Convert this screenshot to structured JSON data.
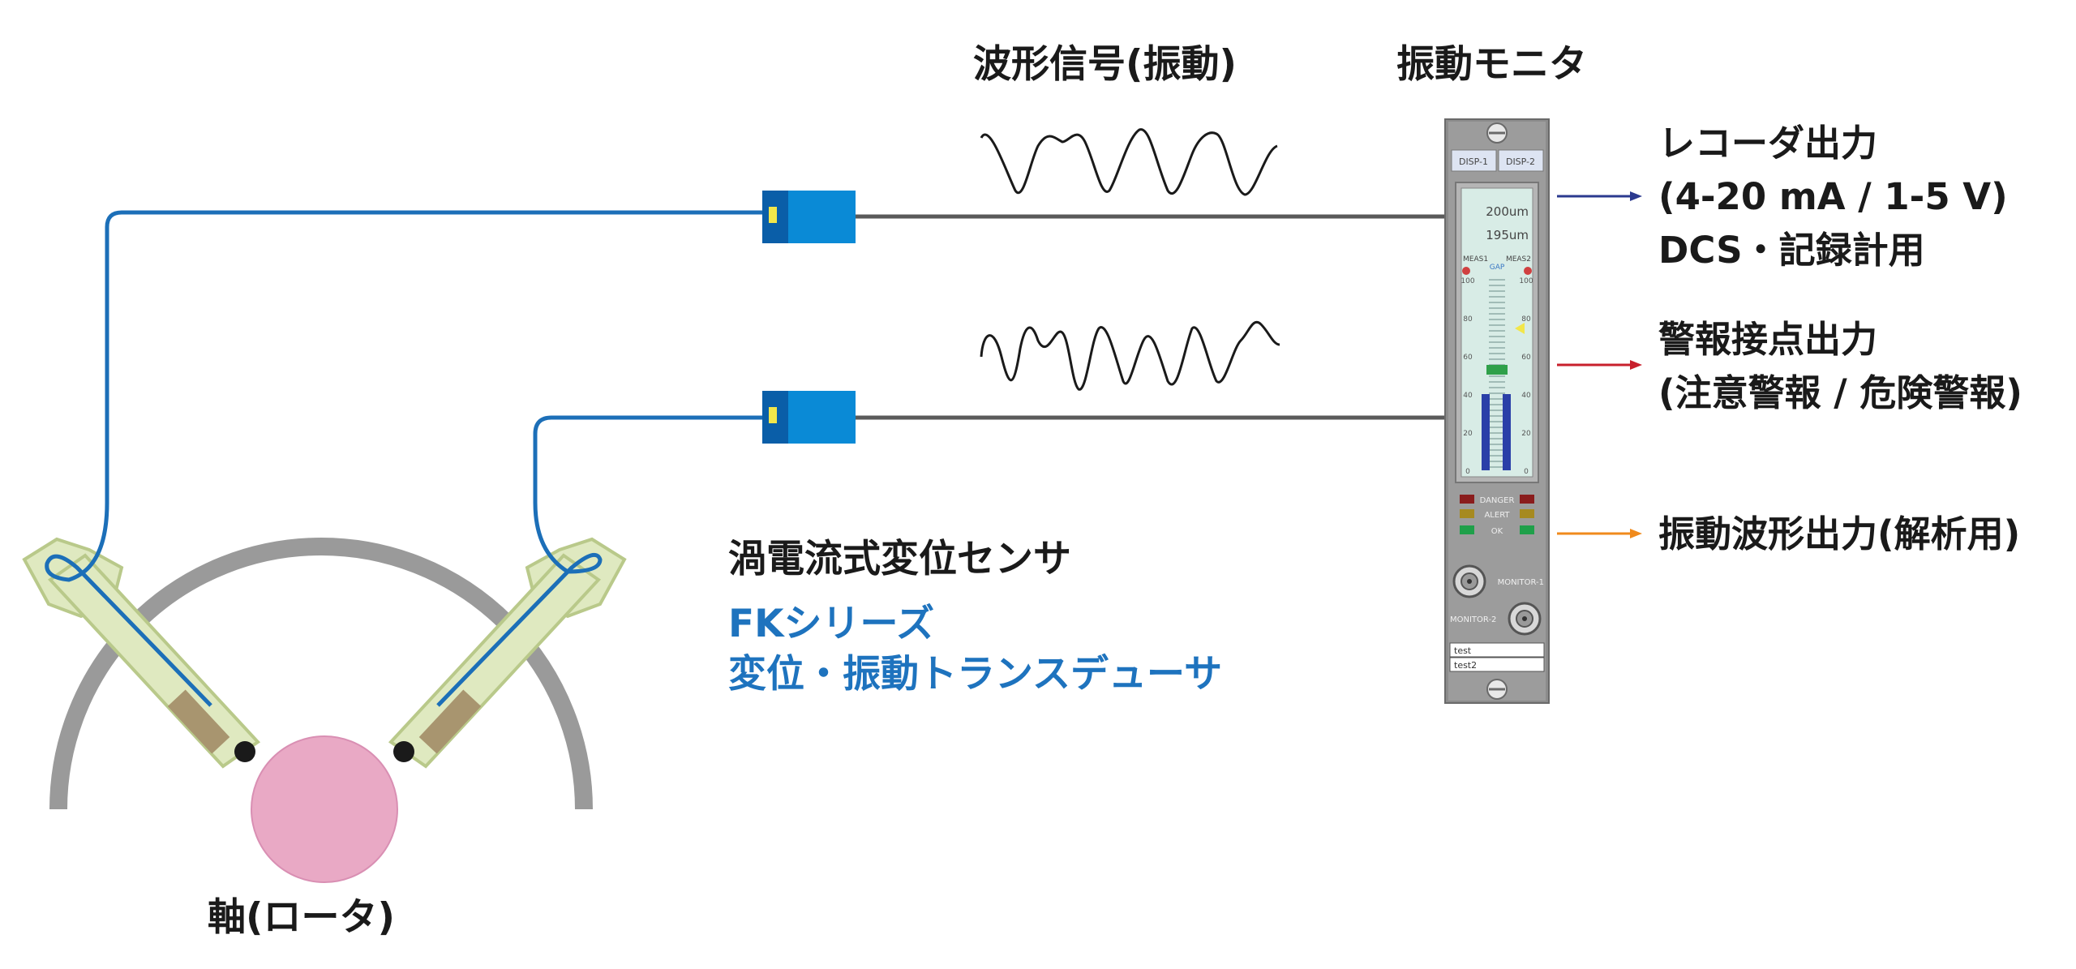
{
  "labels": {
    "waveform_signal": "波形信号(振動)",
    "vibration_monitor": "振動モニタ",
    "sensor_type": "渦電流式変位センサ",
    "product_series": "FKシリーズ",
    "product_name": "変位・振動トランスデューサ",
    "shaft": "軸(ロータ)"
  },
  "outputs": [
    {
      "lines": [
        "レコーダ出力",
        "(4-20 mA / 1-5 V)",
        "DCS・記録計用"
      ],
      "color": "#2b3a8f"
    },
    {
      "lines": [
        "警報接点出力",
        "(注意警報 / 危険警報)"
      ],
      "color": "#c8202c"
    },
    {
      "lines": [
        "振動波形出力(解析用)"
      ],
      "color": "#f08a1c"
    }
  ],
  "monitor": {
    "buttons": [
      "DISP-1",
      "DISP-2"
    ],
    "display_values": [
      "200um",
      "195um"
    ],
    "bar_labels": [
      "MEAS1",
      "GAP",
      "MEAS2"
    ],
    "scale_ticks": [
      "0",
      "20",
      "40",
      "60",
      "80",
      "100"
    ],
    "indicators": [
      "DANGER",
      "ALERT",
      "OK"
    ],
    "monitor_ports": [
      "MONITOR-1",
      "MONITOR-2"
    ],
    "tags": [
      "test",
      "test2"
    ],
    "level_percent": 40
  },
  "colors": {
    "cable": "#1c6fb8",
    "signal_line": "#5a5a5a",
    "housing": "#9a9a9a",
    "rotor": "#e9a9c5",
    "probe_body": "#dfe9c0",
    "connector": "#0a8ad6"
  }
}
